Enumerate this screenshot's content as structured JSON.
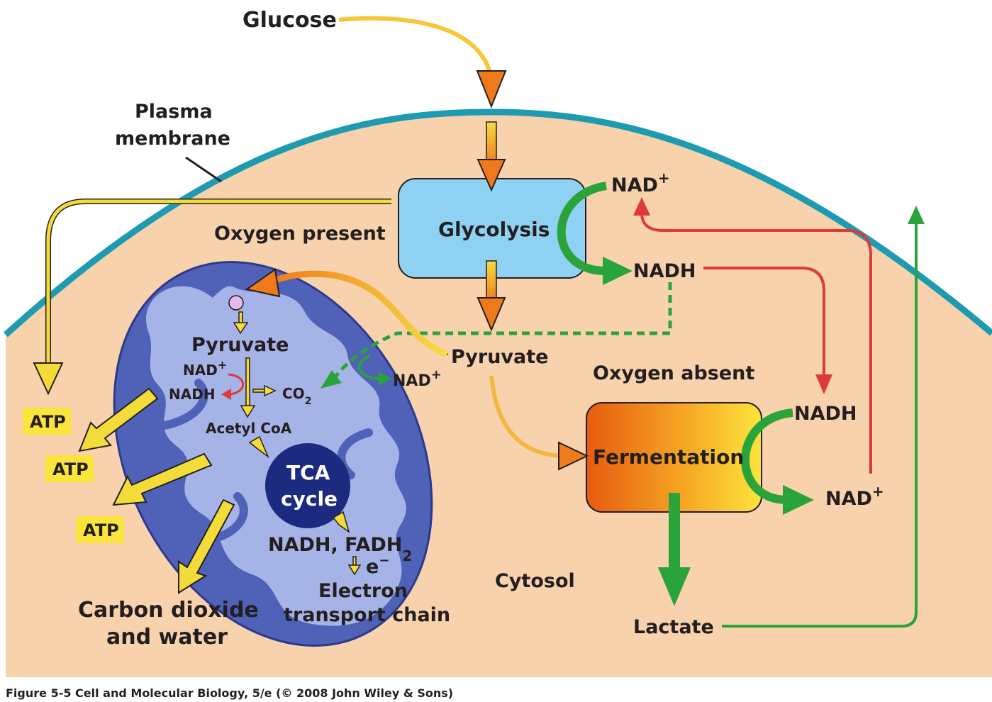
{
  "labels": {
    "glucose": "Glucose",
    "plasma_membrane_1": "Plasma",
    "plasma_membrane_2": "membrane",
    "oxygen_present": "Oxygen present",
    "glycolysis": "Glycolysis",
    "nad_plus_top": "NAD",
    "nadh_top": "NADH",
    "pyruvate_cytosol": "Pyruvate",
    "nad_plus_mid": "NAD",
    "oxygen_absent": "Oxygen absent",
    "pyruvate_mito": "Pyruvate",
    "nad_plus_mito": "NAD",
    "nadh_mito": "NADH",
    "co2": "CO",
    "co2_sub": "2",
    "acetyl_coa": "Acetyl CoA",
    "tca_1": "TCA",
    "tca_2": "cycle",
    "nadh_fadh": "NADH, FADH",
    "fadh_sub": "2",
    "e_minus": "e",
    "etc_1": "Electron",
    "etc_2": "transport chain",
    "atp_1": "ATP",
    "atp_2": "ATP",
    "atp_3": "ATP",
    "carbon_dioxide_1": "Carbon dioxide",
    "carbon_dioxide_2": "and water",
    "cytosol": "Cytosol",
    "fermentation": "Fermentation",
    "nadh_ferm": "NADH",
    "nad_plus_ferm": "NAD",
    "lactate": "Lactate",
    "plus": "+",
    "minus": "−",
    "caption": "Figure 5-5  Cell and Molecular Biology, 5/e (© 2008 John Wiley & Sons)"
  },
  "colors": {
    "cytosol": "#f8d2ac",
    "membrane": "#1e9bb0",
    "mito_outer": "#4f62b8",
    "mito_inner": "#a6b3e6",
    "tca": "#1c2a80",
    "glycolysis_box": "#8fd1f2",
    "fermentation_start": "#e65c10",
    "fermentation_end": "#fbe43c",
    "green_arrow": "#2aa43a",
    "red_arrow": "#dd3b3b",
    "yellow_arrow": "#f3dc3a",
    "atp_bg": "#fbe43c"
  }
}
